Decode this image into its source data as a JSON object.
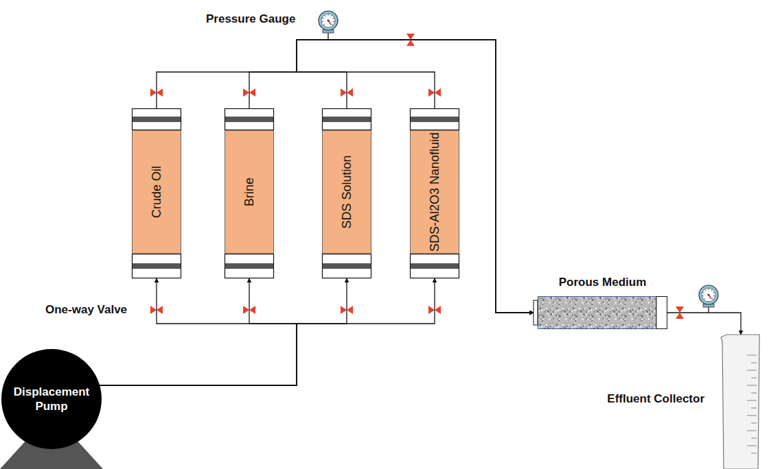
{
  "diagram": {
    "nodes": [
      {
        "text": [
          "Crude Oil"
        ]
      },
      {
        "text": [
          "Brine"
        ]
      },
      {
        "text": [
          "SDS Solution"
        ]
      },
      {
        "text": [
          "SDS-Al2O3 Nanofluid"
        ]
      },
      {
        "text": [
          "Displacement Pump"
        ]
      },
      {
        "text": [
          "Porous Medium"
        ]
      },
      {
        "text": [
          "Effluent Collector"
        ]
      }
    ],
    "edges": [
      {
        "from": 4,
        "to": 0,
        "arrow": "to"
      },
      {
        "from": 4,
        "to": 1,
        "arrow": "to"
      },
      {
        "from": 4,
        "to": 2,
        "arrow": "to"
      },
      {
        "from": 4,
        "to": 3,
        "arrow": "to"
      },
      {
        "from": 0,
        "to": 5,
        "arrow": "to"
      },
      {
        "from": 1,
        "to": 5,
        "arrow": "to"
      },
      {
        "from": 2,
        "to": 5,
        "arrow": "to"
      },
      {
        "from": 3,
        "to": 5,
        "arrow": "to"
      },
      {
        "from": 5,
        "to": 6,
        "arrow": "to"
      }
    ],
    "labels": [
      "Pressure Gauge",
      "One-way Valve"
    ]
  }
}
